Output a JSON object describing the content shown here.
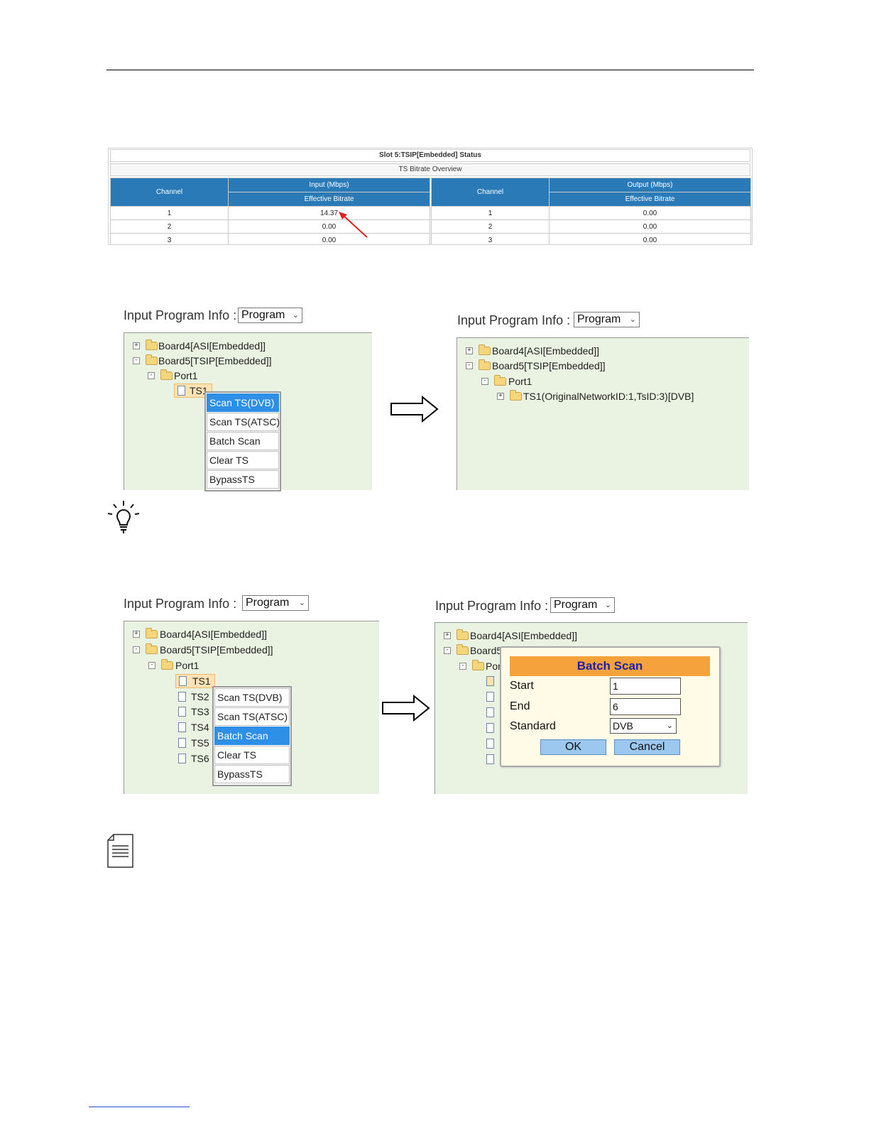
{
  "status_table": {
    "title": "Slot 5:TSIP[Embedded] Status",
    "subtitle": "TS Bitrate Overview",
    "input": {
      "channel_header": "Channel",
      "group_header": "Input (Mbps)",
      "sub_header": "Effective Bitrate",
      "rows": [
        [
          "1",
          "14.37"
        ],
        [
          "2",
          "0.00"
        ],
        [
          "3",
          "0.00"
        ]
      ]
    },
    "output": {
      "channel_header": "Channel",
      "group_header": "Output (Mbps)",
      "sub_header": "Effective Bitrate",
      "rows": [
        [
          "1",
          "0.00"
        ],
        [
          "2",
          "0.00"
        ],
        [
          "3",
          "0.00"
        ]
      ]
    }
  },
  "panel1": {
    "label": "Input Program Info :",
    "select": "Program",
    "tree": [
      "Board4[ASI[Embedded]]",
      "Board5[TSIP[Embedded]]",
      "Port1",
      "TS1"
    ],
    "menu": [
      "Scan TS(DVB)",
      "Scan TS(ATSC)",
      "Batch Scan",
      "Clear TS",
      "BypassTS"
    ]
  },
  "panel2": {
    "label": "Input Program Info :",
    "select": "Program",
    "tree": [
      "Board4[ASI[Embedded]]",
      "Board5[TSIP[Embedded]]",
      "Port1",
      "TS1(OriginalNetworkID:1,TsID:3)[DVB]"
    ]
  },
  "panel3": {
    "label": "Input Program Info :",
    "select": "Program",
    "tree": [
      "Board4[ASI[Embedded]]",
      "Board5[TSIP[Embedded]]",
      "Port1",
      "TS1",
      "TS2",
      "TS3",
      "TS4",
      "TS5",
      "TS6"
    ],
    "menu": [
      "Scan TS(DVB)",
      "Scan TS(ATSC)",
      "Batch Scan",
      "Clear TS",
      "BypassTS"
    ]
  },
  "panel4": {
    "label": "Input Program Info :",
    "select": "Program",
    "tree_partial": [
      "Board4[ASI[Embedded]]",
      "Board5",
      "Por"
    ],
    "dialog": {
      "title": "Batch Scan",
      "start_label": "Start",
      "start_value": "1",
      "end_label": "End",
      "end_value": "6",
      "standard_label": "Standard",
      "standard_value": "DVB",
      "ok": "OK",
      "cancel": "Cancel"
    }
  }
}
